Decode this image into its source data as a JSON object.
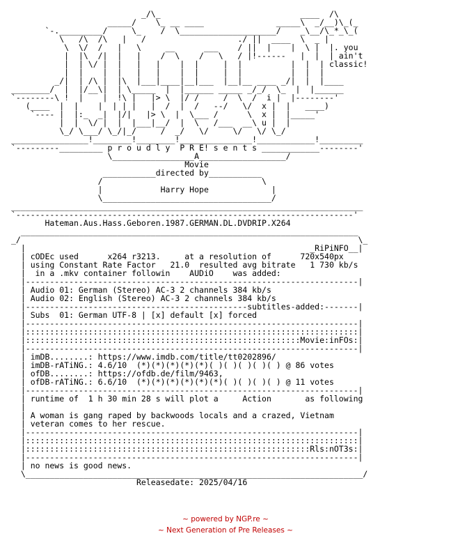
{
  "nfo_lines": [
    "                           _/\\_                             ____  /\\",
    "                    _____/    \\_ __ ____               _____\\  _/__)\\_(_",
    "       `-._________/     \\_    /  \\____________________/    _\\__/\\_*_\\_(",
    "          \\   /\\  /\\   |   /                   ./ ||  ____  \\  _ |",
    "           \\  \\/  /   |   \\     __      ___    / ||  |    |  \\ |  |. you",
    "           |  |\\  /|  |   |    /  \\    /   \\   / |!------   |  |  | ain't",
    "           |  | \\/ |  |   |   |    |  |     |  |          |  |  | classic!",
    "           |  |    |  |   |   |    |  |     |  |          |  |  |",
    "         _/|  | /\\ |  |\\  |___|____|__|___  |__|__ ____ _/|  |  |____",
    "________/  |  |/__\\|  | \\_____  |  |______ _____ _/_/  \\_  |  |______",
    "`--------\\ !  |    |  !\\ |   |> \\  |/ /     /  \\  /  i |  |--------'",
    "   (____  |  |    |  | | |   |  /  |  /   --/   \\/  x |  |   ____)",
    "    `---- |  |:_  _|  |/|   |> \\  |  \\___ /      \\  x |  |_____'",
    "          |  |  \\/ |  |  |___|__/  |  \\   /___  __\\ u |  |",
    "          \\_/ \\___/ \\_/|_/     /  _/   \\/     \\/   \\/ \\_/",
    "________________!________!________!_______________!____________!_________",
    "`---------_________ p r o u d l y  P R E! s e n t s ____________--------'",
    "                    \\_________________A__________________/",
    "                                    Movie",
    "                   ___________directed by___________",
    "                  /                                 \\",
    "                  |            Harry Hope             |",
    "                  \\___________________________________/",
    "_________________________________________________________________________",
    "`----------------------------------------------------------------------'",
    "       Hateman.Aus.Hass.Geboren.1987.GERMAN.DL.DVDRIP.X264",
    "  ______________________________________________________________________",
    "_/                                                                      \\_",
    "  |                                                           _RiPiNFO__|",
    "  | cODEc used      x264 r3213.     at a resolution of      720x540px",
    "  | using Constant Rate Factor   21.0  resulted avg bitrate   1 730 kb/s",
    "  |  in a .mkv container followin    AUDiO    was added:",
    "  |---------------------------------------------------------------------|",
    "  | Audio 01: German (Stereo) AC-3 2 channels 384 kb/s",
    "  | Audio 02: English (Stereo) AC-3 2 channels 384 kb/s",
    "  |----------------------------------------------subtitles-added:-------|",
    "  | Subs  01: German UTF-8 | [x] default [x] forced",
    "  |---------------------------------------------------------------------|",
    "  |:::::::::::::::::::::::::::::::::::::::::::::::::::::::::::::::::::::|",
    "  |:::::::::::::::::::::::::::::::::::::::::::::::::::::::::Movie:inFOs:|",
    "  |---------------------------------------------------------------------|",
    "  | imDB........: https://www.imdb.com/title/tt0202896/",
    "  | imDB-rATiNG.: 4.6/10  (*)(*)(*)(*)(*)( )( )( )( )( ) @ 86 votes",
    "  | ofDB........: https://ofdb.de/film/9463,",
    "  | ofDB-rATiNG.: 6.6/10  (*)(*)(*)(*)(*)(*)( )( )( )( ) @ 11 votes",
    "  |---------------------------------------------------------------------|",
    "  | runtime of  1 h 30 min 28 s will plot a     Action       as following",
    "  |",
    "  | A woman is gang raped by backwoods locals and a crazed, Vietnam",
    "  | veteran comes to her rescue.",
    "  |---------------------------------------------------------------------|",
    "  |:::::::::::::::::::::::::::::::::::::::::::::::::::::::::::::::::::::|",
    "  |:::::::::::::::::::::::::::::::::::::::::::::::::::::::::::Rls:nOT3s:|",
    "  |---------------------------------------------------------------------|",
    "  | no news is good news.",
    "  \\______________________________________________________________________/",
    "                          Releasedate: 2025/04/16"
  ],
  "footer": {
    "line1": "~ powered by NGP.re ~",
    "line2": "~ Next Generation of Pre Releases ~"
  }
}
